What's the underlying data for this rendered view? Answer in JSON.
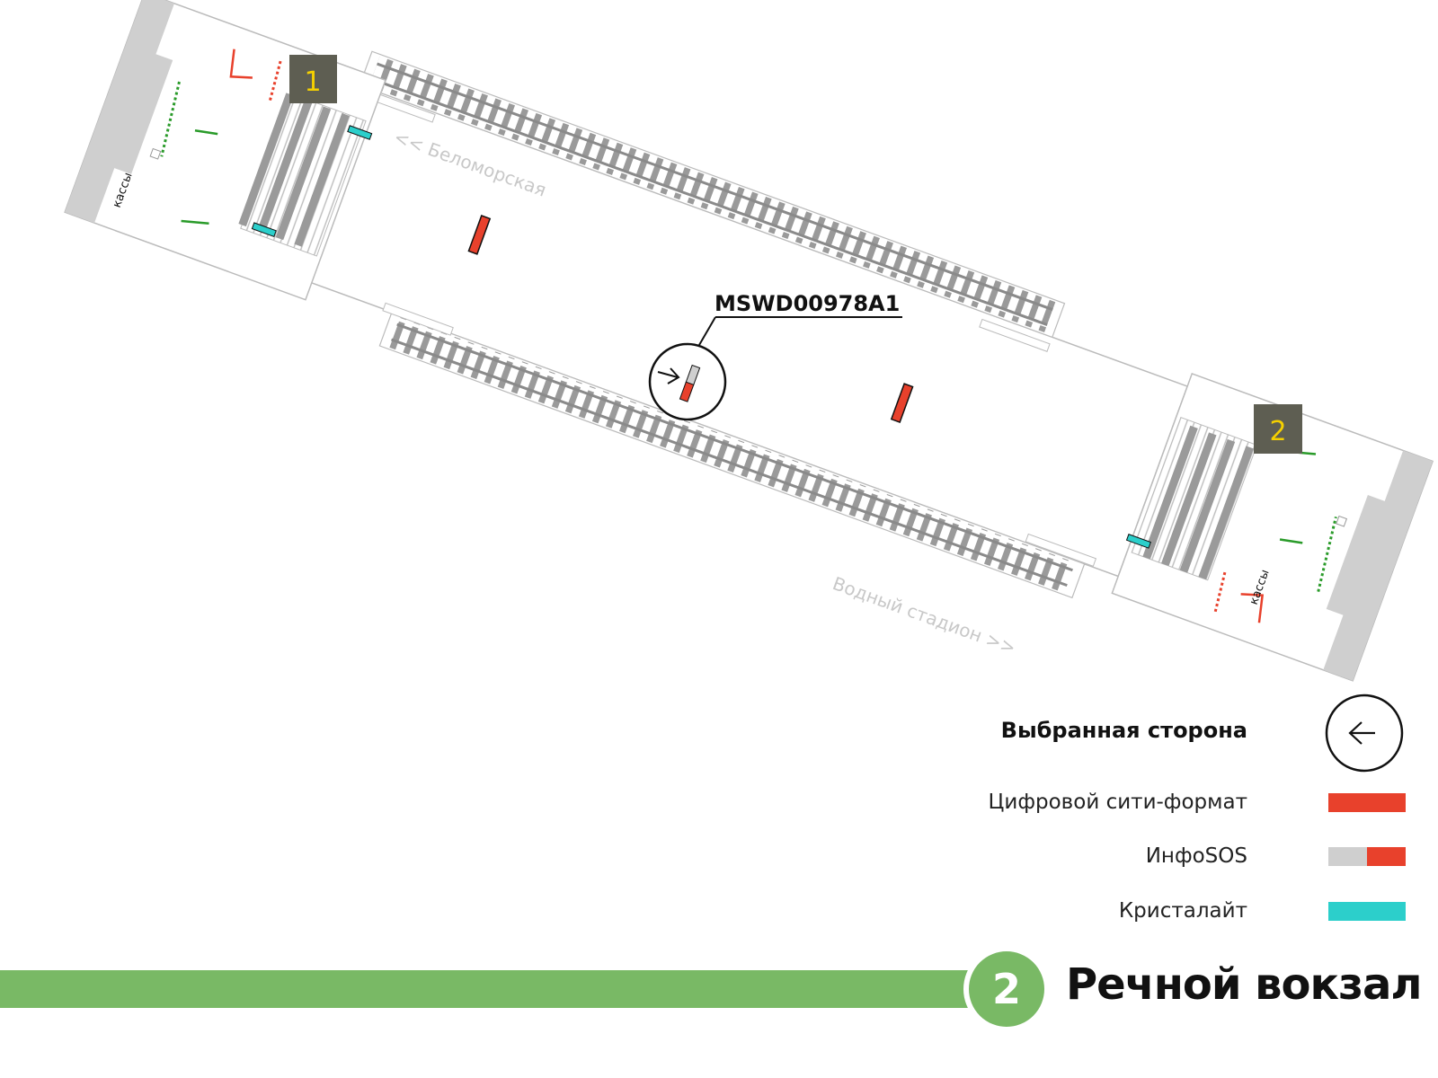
{
  "map": {
    "exit_1_label": "1",
    "exit_2_label": "2",
    "kassy_left": "кассы",
    "kassy_right": "кассы",
    "direction_top": "<< Беломорская",
    "direction_bottom": "Водный стадион >>",
    "selected_panel_code": "MSWD00978A1"
  },
  "legend": {
    "selected_side": "Выбранная сторона",
    "digital_city_format": "Цифровой сити-формат",
    "infosos": "ИнфоSOS",
    "kristalight": "Кристалайт"
  },
  "station": {
    "line_number": "2",
    "name": "Речной вокзал"
  },
  "colors": {
    "digital_city_format": "#e8412c",
    "infosos_grey": "#cfcfcf",
    "infosos_red": "#e8412c",
    "kristalight": "#2ccfcb",
    "line_green": "#79b965",
    "exit_badge": "#5e5e52",
    "exit_number": "#f5d000",
    "wall_grey": "#cfcfcf",
    "rail_grey": "#9a9a9a",
    "exit_arrow_green": "#2a9b2a",
    "exit_arrow_red": "#e8412c"
  }
}
